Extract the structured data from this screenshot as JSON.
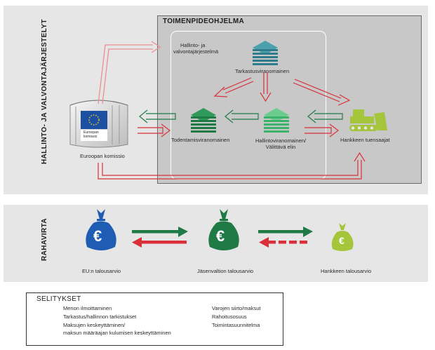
{
  "section_labels": {
    "management": "HALLINTO- JA VALVONTAJÄRJESTELYT",
    "money_flow": "RAHAVIRTA"
  },
  "programme": {
    "title": "TOIMENPIDEOHJELMA",
    "system_label_line1": "Hallinto- ja",
    "system_label_line2": "valvontajärjestelmä"
  },
  "actors": {
    "commission": "Euroopan komissio",
    "commission_flag_line1": "Euroopan",
    "commission_flag_line2": "komissio",
    "audit": "Tarkastusviranomainen",
    "certifying": "Todentamisviranomainen",
    "managing_line1": "Hallintoviranomainen/",
    "managing_line2": "Välittävä elin",
    "beneficiaries": "Hankkeen tuensaajat"
  },
  "money": {
    "eu_budget": "EU:n talousarvio",
    "national_budget": "Jäsenvaltion talousarvio",
    "project_budget": "Hankkeen talousarvio",
    "euro_symbol": "€"
  },
  "legend": {
    "title": "SELITYKSET",
    "items_left": [
      "Menon ilmoittaminen",
      "Tarkastus/hallinnon tarkistukset",
      "Maksujen keskeyttäminen/",
      "maksun määräajan kulumisen keskeyttäminen"
    ],
    "items_right": [
      "Varojen siirto/maksut",
      "Rahoitusosuus",
      "Toimintasuunnitelma"
    ]
  },
  "colors": {
    "green_dark": "#1f7a45",
    "green_light": "#3cb36b",
    "lime": "#a5c63b",
    "red": "#d9303a",
    "pink": "#eb8f93",
    "blue": "#1f5db5",
    "teal": "#2f7d8c"
  }
}
